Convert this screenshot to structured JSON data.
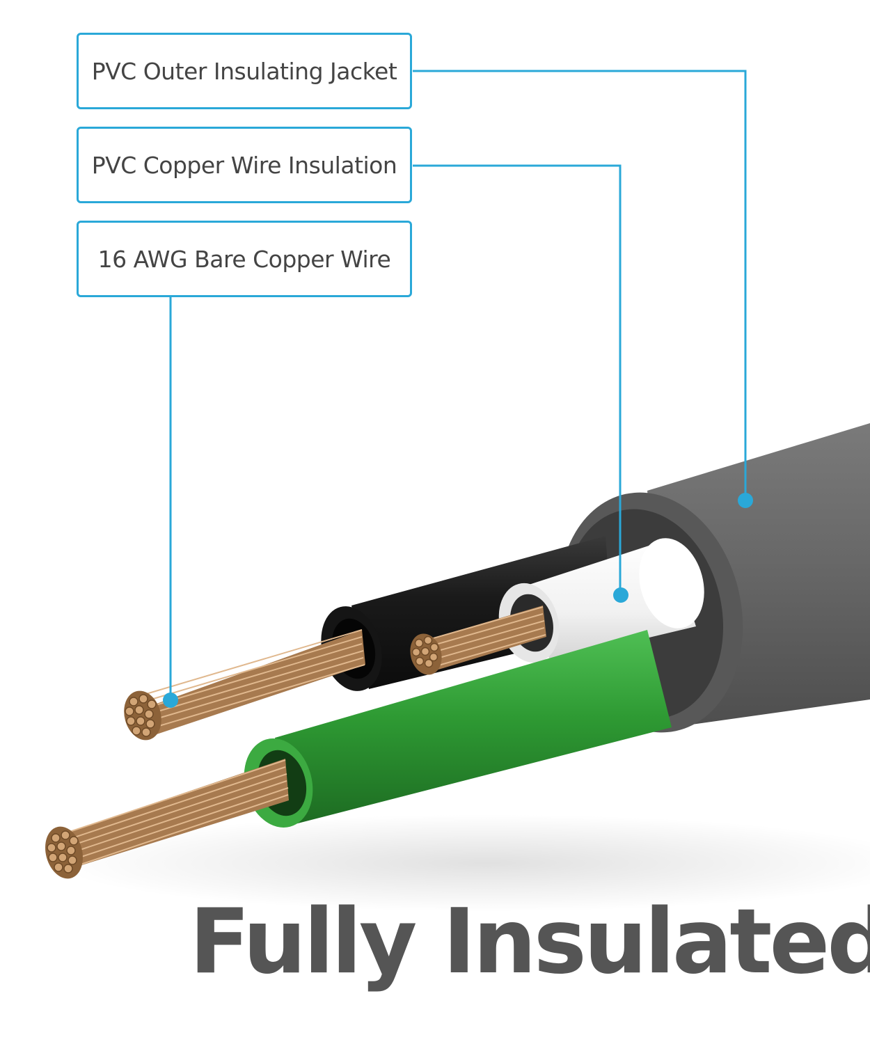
{
  "callouts": [
    {
      "label": "PVC Outer Insulating Jacket"
    },
    {
      "label": "PVC Copper Wire Insulation"
    },
    {
      "label": "16 AWG Bare Copper Wire"
    }
  ],
  "headline": "Fully Insulated",
  "colors": {
    "callout_line": "#2aa8d8",
    "headline_text": "#555555",
    "outer_jacket": "#6b6b6b",
    "black_wire": "#1e1e1e",
    "white_wire": "#f2f2f2",
    "green_wire": "#2e9a33",
    "copper": "#b78a5e"
  }
}
